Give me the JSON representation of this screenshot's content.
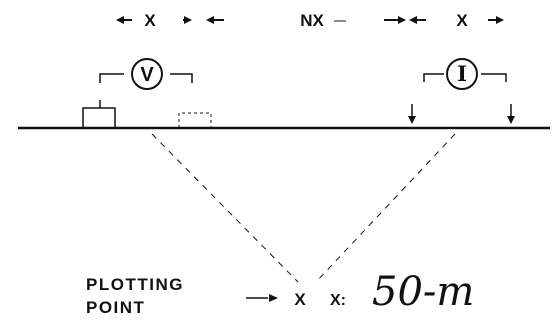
{
  "top_labels": {
    "left_spacing": "X",
    "middle_spacing": "NX",
    "right_spacing": "X"
  },
  "meters": {
    "voltmeter": "V",
    "ammeter": "I"
  },
  "plotting_point": {
    "label_line1": "PLOTTING",
    "label_line2": "POINT",
    "marker": "X",
    "spacing_prefix": "X:",
    "spacing_value": "50-m"
  },
  "colors": {
    "ink": "#111111",
    "background": "#ffffff"
  }
}
